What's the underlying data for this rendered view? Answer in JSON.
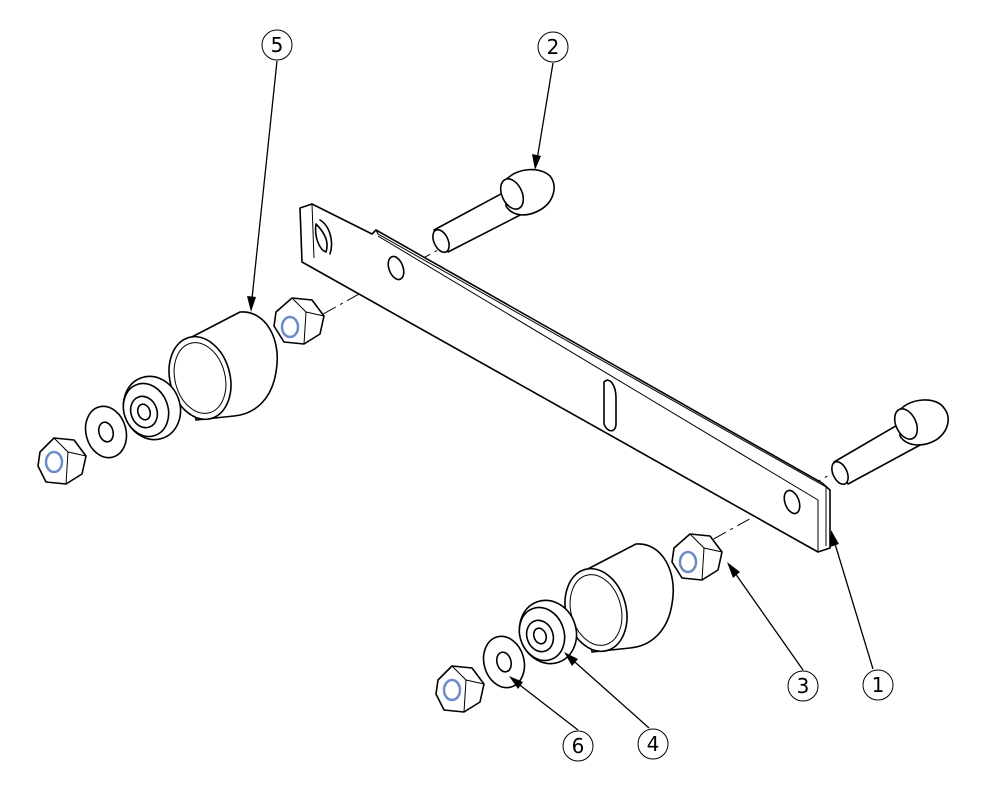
{
  "balloons": [
    {
      "id": "b1",
      "label": "1",
      "part": "bracket"
    },
    {
      "id": "b2",
      "label": "2",
      "part": "bolt"
    },
    {
      "id": "b3",
      "label": "3",
      "part": "hex-nut"
    },
    {
      "id": "b4",
      "label": "4",
      "part": "bearing"
    },
    {
      "id": "b5",
      "label": "5",
      "part": "roller-sleeve"
    },
    {
      "id": "b6",
      "label": "6",
      "part": "washer"
    }
  ],
  "colors": {
    "line": "#000000",
    "nut_hole": "#6b8cc9",
    "background": "#ffffff"
  }
}
